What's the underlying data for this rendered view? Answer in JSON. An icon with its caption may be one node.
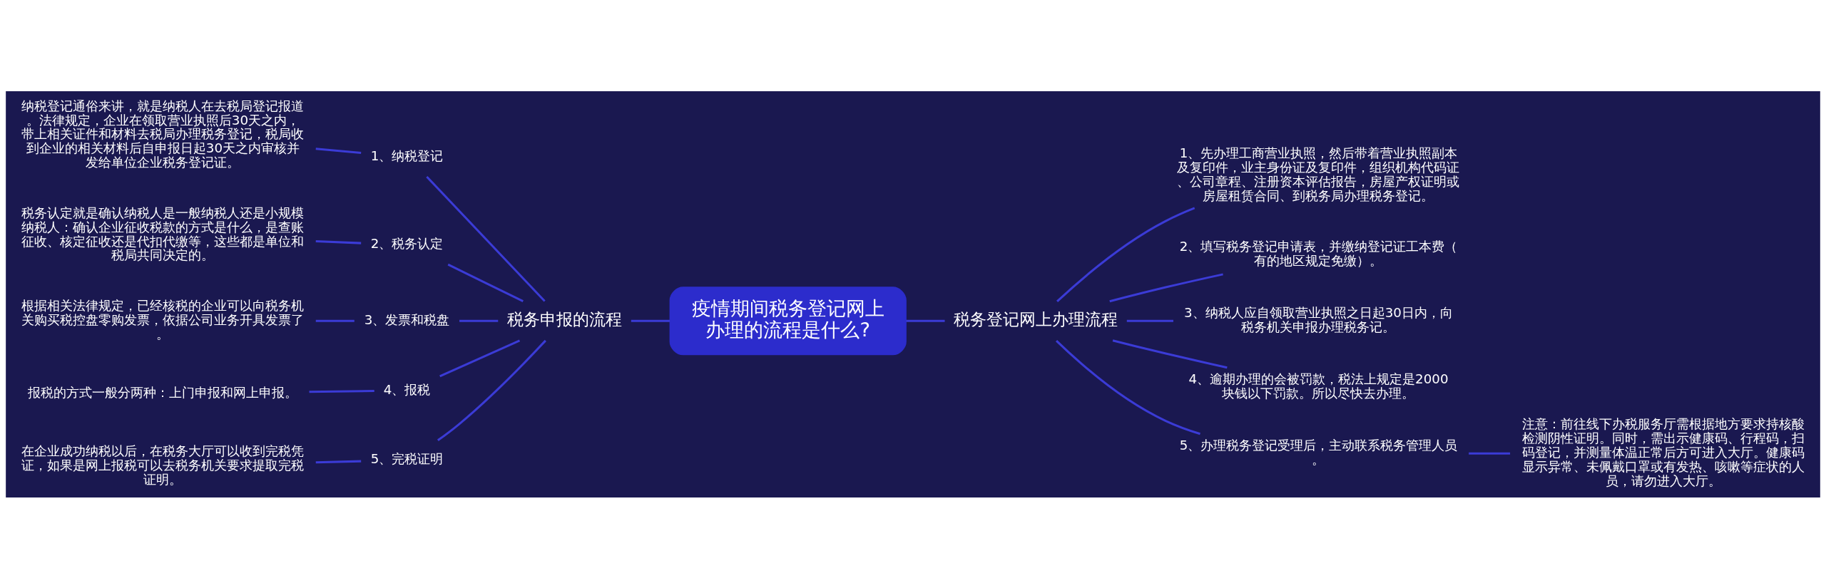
{
  "diagram": {
    "nodes": [
      {
        "text": [
          "疫情期间税务登记网上办理的流程是什么?"
        ]
      },
      {
        "text": [
          "税务申报的流程"
        ]
      },
      {
        "text": [
          "1、纳税登记"
        ]
      },
      {
        "text": [
          "2、税务认定"
        ]
      },
      {
        "text": [
          "3、发票和税盘"
        ]
      },
      {
        "text": [
          "4、报税"
        ]
      },
      {
        "text": [
          "5、完税证明"
        ]
      },
      {
        "text": [
          "纳税登记通俗来讲，就是纳税人在去税局登记报道。法律规定，企业在领取营业执照后30天之内，带上相关证件和材料去税局办理税务登记，税局收到企业的相关材料后自申报日起30天之内审核并发给单位企业税务登记证。"
        ]
      },
      {
        "text": [
          "税务认定就是确认纳税人是一般纳税人还是小规模纳税人：确认企业征收税款的方式是什么，是查账征收、核定征收还是代扣代缴等，这些都是单位和税局共同决定的。"
        ]
      },
      {
        "text": [
          "根据相关法律规定，已经核税的企业可以向税务机关购买税控盘零购发票，依据公司业务开具发票了。"
        ]
      },
      {
        "text": [
          "报税的方式一般分两种：上门申报和网上申报。"
        ]
      },
      {
        "text": [
          "在企业成功纳税以后，在税务大厅可以收到完税凭证，如果是网上报税可以去税务机关要求提取完税证明。"
        ]
      },
      {
        "text": [
          "税务登记网上办理流程"
        ]
      },
      {
        "text": [
          "1、先办理工商营业执照，然后带着营业执照副本及复印件，业主身份证及复印件，组织机构代码证、公司章程、注册资本评估报告，房屋产权证明或房屋租赁合同、到税务局办理税务登记。"
        ]
      },
      {
        "text": [
          "2、填写税务登记申请表，并缴纳登记证工本费（有的地区规定免缴）。"
        ]
      },
      {
        "text": [
          "3、纳税人应自领取营业执照之日起30日内，向税务机关申报办理税务记。"
        ]
      },
      {
        "text": [
          "4、逾期办理的会被罚款，税法上规定是2000块钱以下罚款。所以尽快去办理。"
        ]
      },
      {
        "text": [
          "5、办理税务登记受理后，主动联系税务管理人员。"
        ]
      },
      {
        "text": [
          "注意：前往线下办税服务厅需根据地方要求持核酸检测阴性证明。同时，需出示健康码、行程码，扫码登记，并测量体温正常后方可进入大厅。健康码显示异常、未佩戴口罩或有发热、咳嗽等症状的人员，请勿进入大厅。"
        ]
      }
    ],
    "edges": [
      {
        "from": 0,
        "to": 1,
        "arrow": "none"
      },
      {
        "from": 1,
        "to": 2,
        "arrow": "none"
      },
      {
        "from": 1,
        "to": 3,
        "arrow": "none"
      },
      {
        "from": 1,
        "to": 4,
        "arrow": "none"
      },
      {
        "from": 1,
        "to": 5,
        "arrow": "none"
      },
      {
        "from": 1,
        "to": 6,
        "arrow": "none"
      },
      {
        "from": 2,
        "to": 7,
        "arrow": "none"
      },
      {
        "from": 3,
        "to": 8,
        "arrow": "none"
      },
      {
        "from": 4,
        "to": 9,
        "arrow": "none"
      },
      {
        "from": 5,
        "to": 10,
        "arrow": "none"
      },
      {
        "from": 6,
        "to": 11,
        "arrow": "none"
      },
      {
        "from": 0,
        "to": 12,
        "arrow": "none"
      },
      {
        "from": 12,
        "to": 13,
        "arrow": "none"
      },
      {
        "from": 12,
        "to": 14,
        "arrow": "none"
      },
      {
        "from": 12,
        "to": 15,
        "arrow": "none"
      },
      {
        "from": 12,
        "to": 16,
        "arrow": "none"
      },
      {
        "from": 12,
        "to": 17,
        "arrow": "none"
      },
      {
        "from": 17,
        "to": 18,
        "arrow": "none"
      }
    ]
  }
}
